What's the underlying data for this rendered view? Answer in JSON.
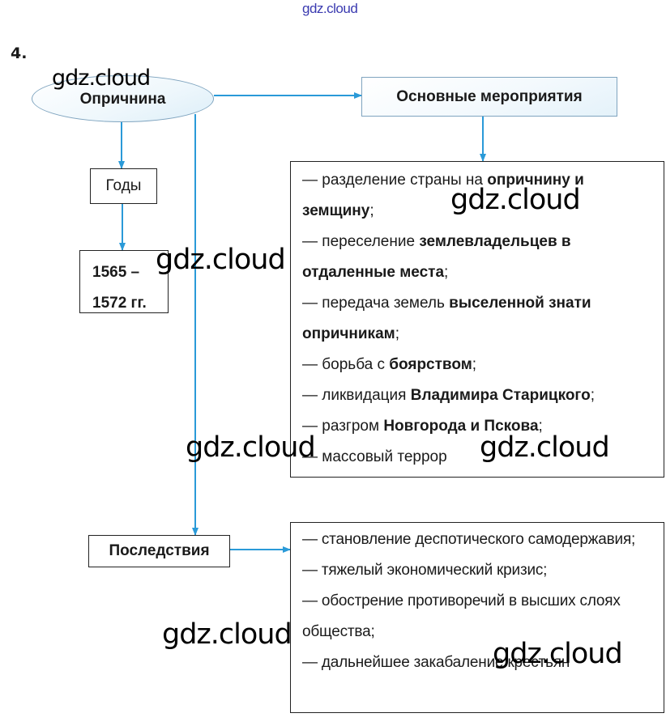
{
  "header": {
    "site_mark": "gdz.cloud",
    "task_number": "4."
  },
  "diagram": {
    "root": "Опричнина",
    "measures_title": "Основные мероприятия",
    "years_label": "Годы",
    "years_value_line1": "1565 –",
    "years_value_line2": "1572 гг.",
    "consequences_title": "Последствия",
    "measures": [
      {
        "prefix": "— разделение страны на ",
        "bold": "опричнину и земщину",
        "suffix": ";"
      },
      {
        "prefix": "— переселение ",
        "bold": "землевладельцев в отдаленные места",
        "suffix": ";"
      },
      {
        "prefix": "— передача земель ",
        "bold": "выселенной знати опричникам",
        "suffix": ";"
      },
      {
        "prefix": "— борьба с ",
        "bold": "боярством",
        "suffix": ";"
      },
      {
        "prefix": "— ликвидация ",
        "bold": "Владимира Старицкого",
        "suffix": ";"
      },
      {
        "prefix": "— разгром ",
        "bold": "Новгорода и Пскова",
        "suffix": ";"
      },
      {
        "prefix": "— массовый террор",
        "bold": "",
        "suffix": ""
      }
    ],
    "consequences": [
      "— становление деспотического самодержавия;",
      "— тяжелый экономический кризис;",
      "— обострение противоречий в высших слоях общества;",
      "— дальнейшее закабаление крестьян"
    ]
  },
  "watermarks": [
    "gdz.cloud",
    "gdz.cloud",
    "gdz.cloud",
    "gdz.cloud",
    "gdz.cloud",
    "gdz.cloud",
    "gdz.cloud"
  ],
  "colors": {
    "arrow": "#2a9ad8",
    "node_border": "#7fa4bf"
  }
}
